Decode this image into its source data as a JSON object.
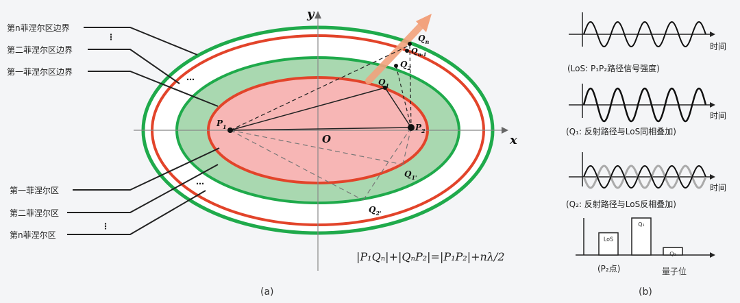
{
  "left_labels": {
    "boundary_n": "第n菲涅尔区边界",
    "boundary_2": "第二菲涅尔区边界",
    "boundary_1": "第一菲涅尔区边界",
    "zone_1": "第一菲涅尔区",
    "zone_2": "第二菲涅尔区",
    "zone_n": "第n菲涅尔区",
    "dots": "⋮",
    "hdots": "⋯"
  },
  "axes": {
    "x": "x",
    "y": "y",
    "origin": "O"
  },
  "points": {
    "p1": "P",
    "p1_sub": "1",
    "p2": "P",
    "p2_sub": "2",
    "q1": "Q",
    "q1_sub": "1",
    "q2": "Q",
    "q2_sub": "2",
    "qn1": "Q",
    "qn1_sub": "n-1",
    "qn": "Q",
    "qn_sub": "n",
    "q1p": "Q",
    "q1p_sub": "1'",
    "q2p": "Q",
    "q2p_sub": "2'"
  },
  "formula": "|P₁Qₙ|+|QₙP₂|=|P₁P₂|+nλ/2",
  "captions": {
    "a": "(a)",
    "b": "(b)"
  },
  "waves": {
    "time_label": "时间",
    "cap1": "(LoS: P₁P₂路径信号强度)",
    "cap2": "(Q₁: 反射路径与LoS同相叠加)",
    "cap3": "(Q₂: 反射路径与LoS反相叠加)",
    "cap4": "(P₂点)"
  },
  "bars": {
    "labels": [
      "LoS",
      "Q₁",
      "Q₂"
    ],
    "values": [
      0.6,
      1.0,
      0.2
    ]
  },
  "watermark": "量子位",
  "colors": {
    "red": "#e2442a",
    "green": "#1faa4b",
    "pink": "#f7b6b5",
    "lightgreen": "#a9d8b0",
    "arrow": "#f2a27d"
  }
}
